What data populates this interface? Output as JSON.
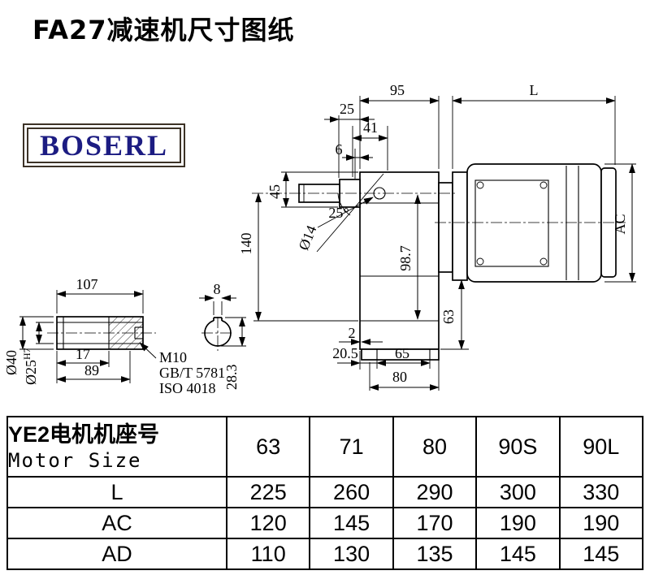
{
  "title": "FA27减速机尺寸图纸",
  "logo": "BOSERL",
  "drawing": {
    "dims": {
      "d95": "95",
      "d25": "25",
      "dL": "L",
      "d41": "41",
      "d6": "6",
      "d45": "45",
      "d140": "140",
      "dia14": "Ø14",
      "angle25": "25°",
      "d98_7": "98.7",
      "dAC": "AC",
      "d63": "63",
      "d2": "2",
      "d20_5": "20.5",
      "d65": "65",
      "d80": "80",
      "d107": "107",
      "d8": "8",
      "d17": "17",
      "d89": "89",
      "m10": "M10",
      "gbt": "GB/T 5781",
      "iso": "ISO 4018",
      "dia40": "Ø40",
      "dia25": "Ø25",
      "dia25_tol": "H7",
      "d28_3": "28.3"
    }
  },
  "table": {
    "header_cn": "YE2电机机座号",
    "header_en": "Motor Size",
    "sizes": [
      "63",
      "71",
      "80",
      "90S",
      "90L"
    ],
    "rows": [
      {
        "label": "L",
        "values": [
          "225",
          "260",
          "290",
          "300",
          "330"
        ]
      },
      {
        "label": "AC",
        "values": [
          "120",
          "145",
          "170",
          "190",
          "190"
        ]
      },
      {
        "label": "AD",
        "values": [
          "110",
          "130",
          "135",
          "145",
          "145"
        ]
      }
    ]
  }
}
